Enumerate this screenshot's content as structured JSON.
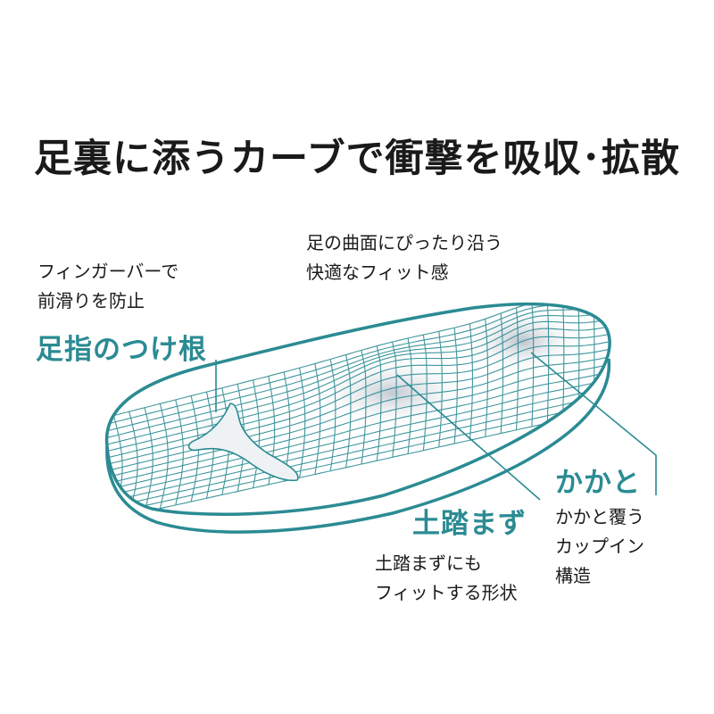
{
  "title": "足裏に添うカーブで衝撃を吸収･拡散",
  "callouts": {
    "toe_base": {
      "heading": "足指のつけ根",
      "lines": [
        "フィンガーバーで",
        "前滑りを防止"
      ]
    },
    "surface": {
      "lines": [
        "足の曲面にぴったり沿う",
        "快適なフィット感"
      ]
    },
    "arch": {
      "heading": "土踏まず",
      "lines": [
        "土踏まずにも",
        "フィットする形状"
      ]
    },
    "heel": {
      "heading": "かかと",
      "lines": [
        "かかと覆う",
        "カップイン",
        "構造"
      ]
    }
  },
  "colors": {
    "accent": "#2b8b93",
    "text": "#1a1a1a",
    "background": "#ffffff"
  }
}
